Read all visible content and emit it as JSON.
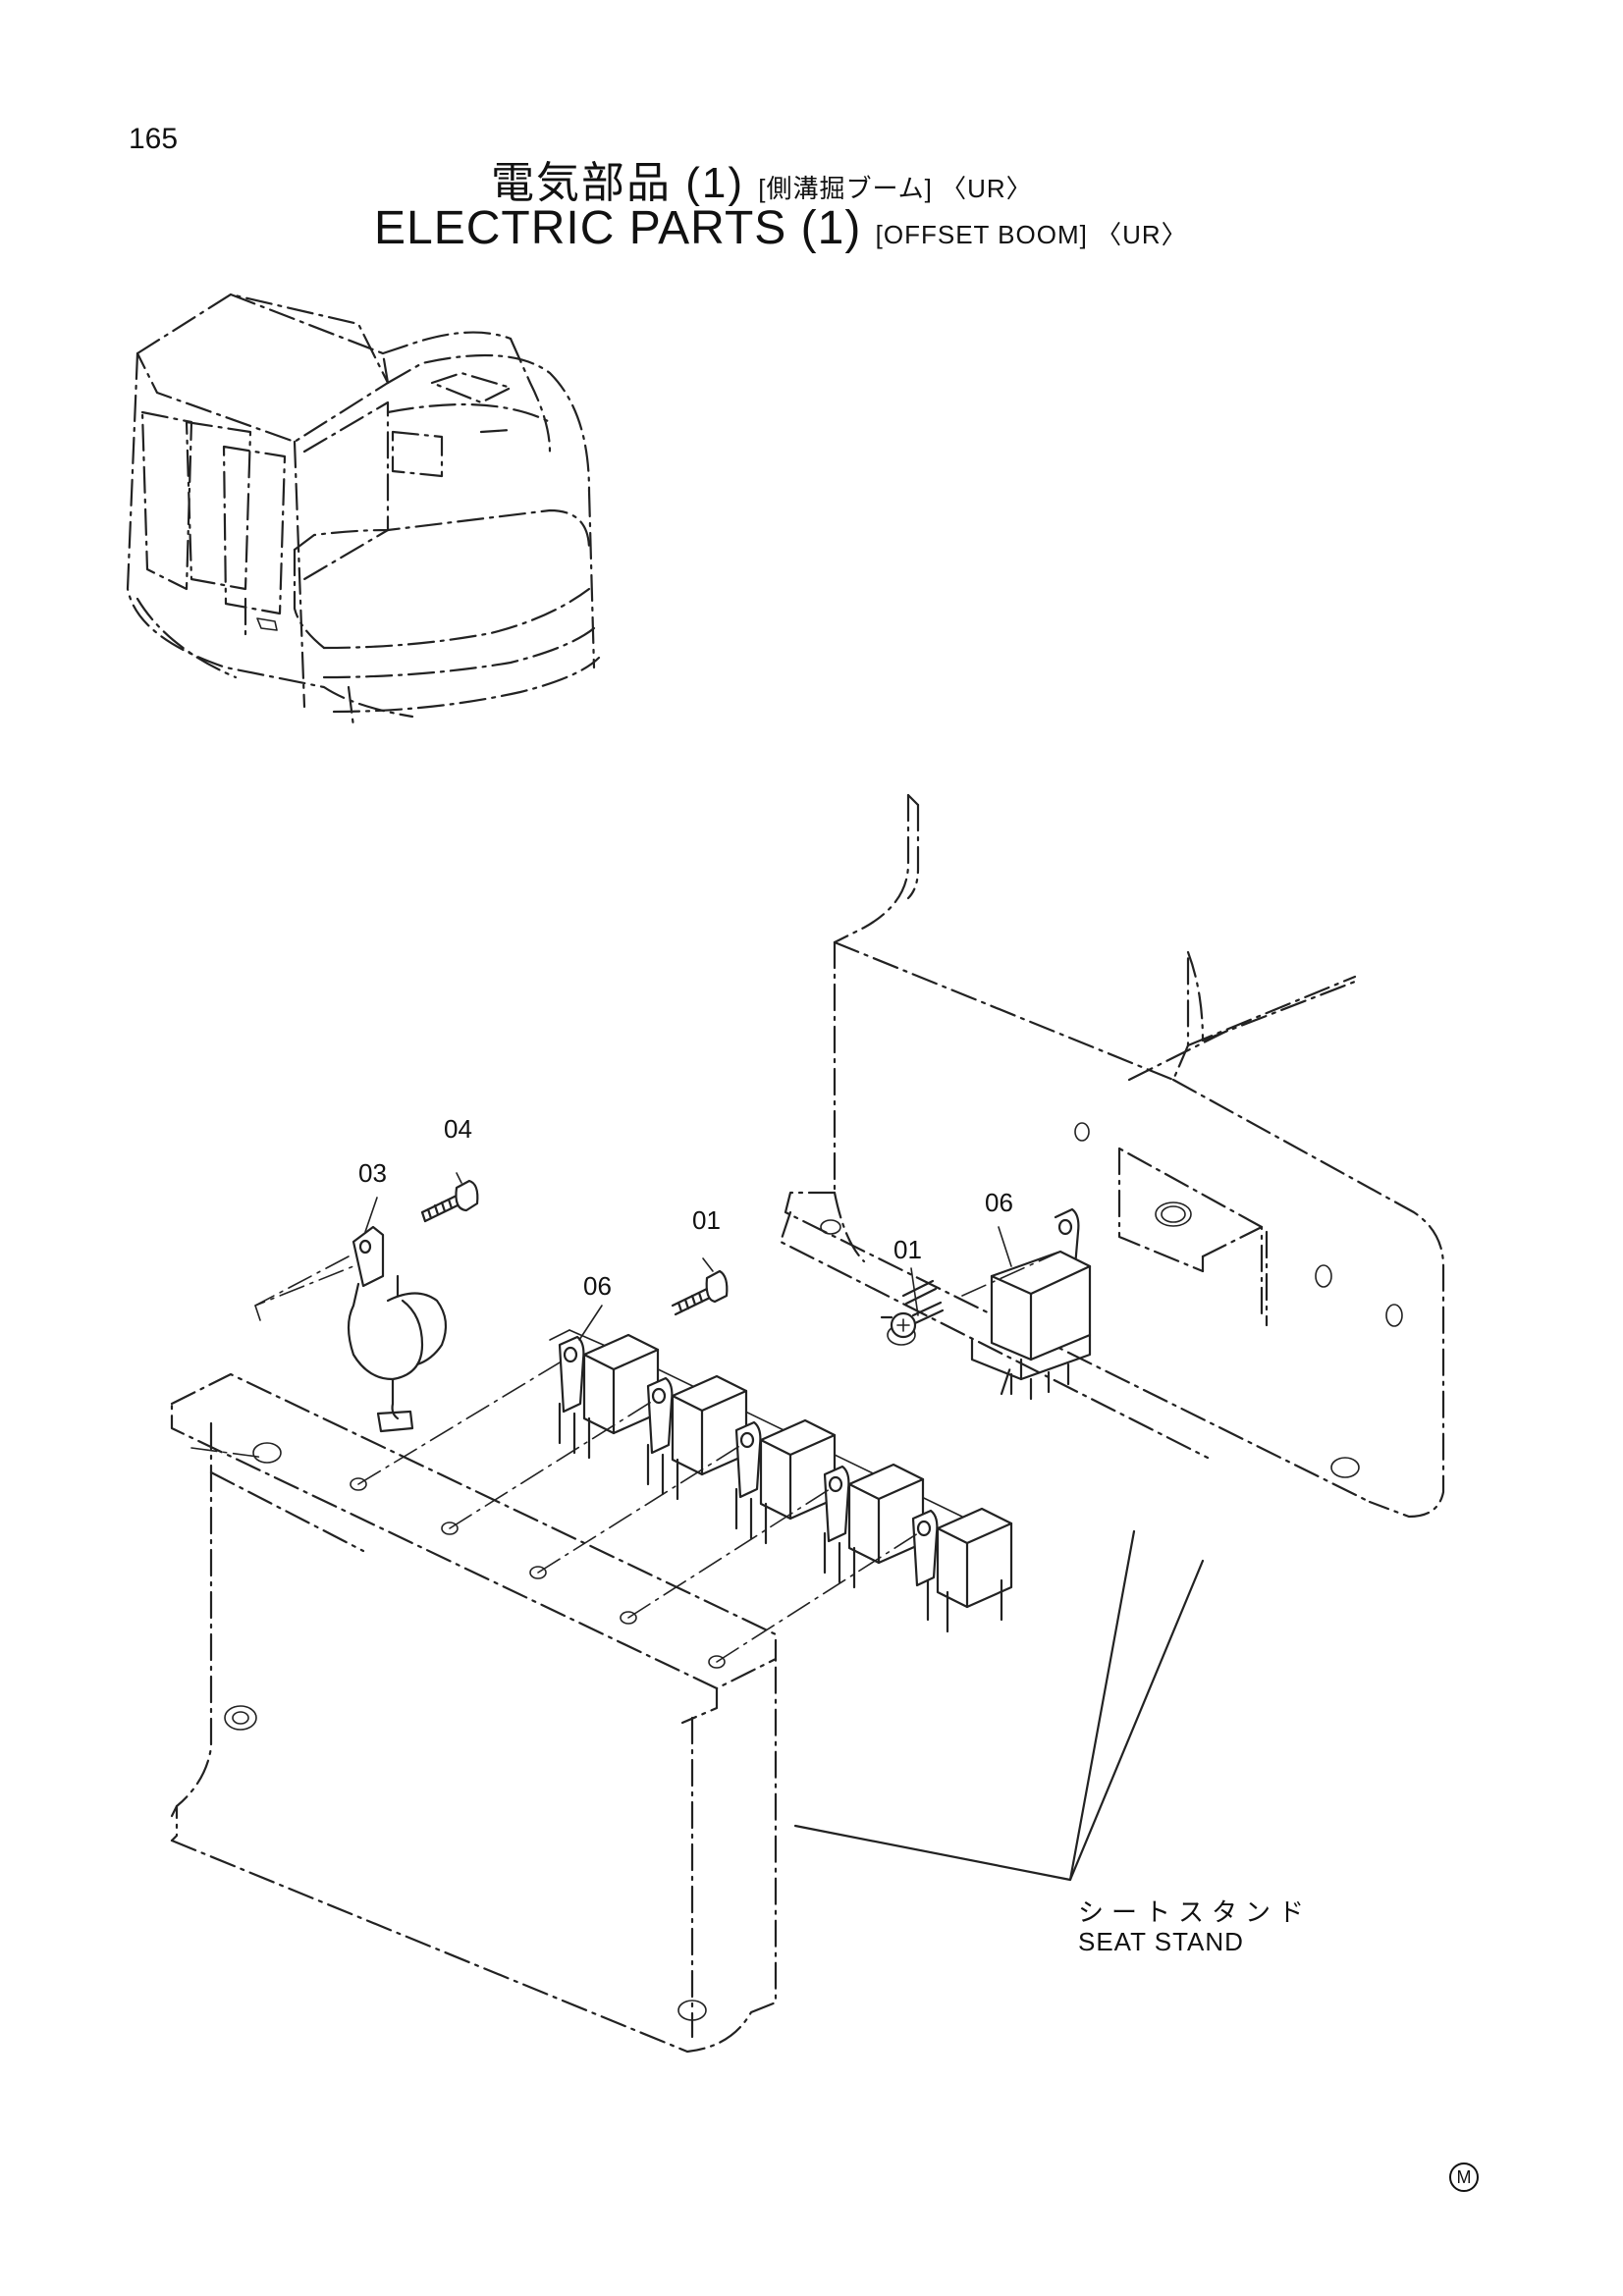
{
  "page": {
    "number": "165"
  },
  "title": {
    "jp_main": "電気部品 (1)",
    "jp_sub": "[側溝掘ブーム] 〈UR〉",
    "en_main": "ELECTRIC PARTS (1)",
    "en_sub": "[OFFSET BOOM] 〈UR〉"
  },
  "callouts": [
    {
      "id": "01",
      "label": "01"
    },
    {
      "id": "01b",
      "label": "01"
    },
    {
      "id": "03",
      "label": "03"
    },
    {
      "id": "04",
      "label": "04"
    },
    {
      "id": "06",
      "label": "06"
    },
    {
      "id": "06b",
      "label": "06"
    }
  ],
  "seat_stand": {
    "jp": "シートスタンド",
    "en": "SEAT STAND"
  },
  "footer_mark": "M"
}
